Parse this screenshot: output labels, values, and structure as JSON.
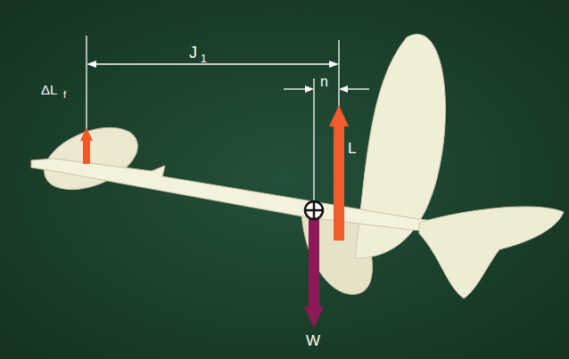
{
  "diagram": {
    "labels": [
      "J",
      "1",
      "ΔL",
      "f",
      "n",
      "L",
      "W"
    ]
  }
}
